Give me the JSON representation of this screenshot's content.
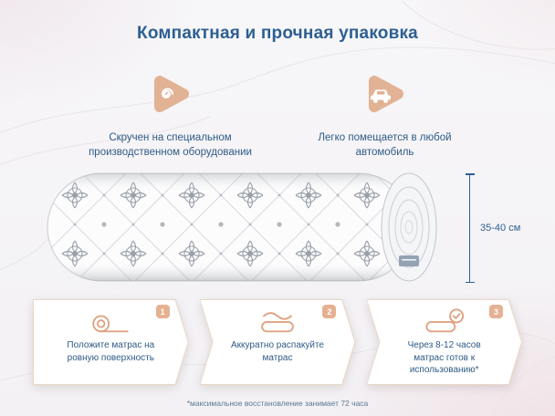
{
  "page": {
    "title": "Компактная и прочная упаковка",
    "footnote": "*максимальное восстановление занимает 72 часа"
  },
  "features": [
    {
      "icon": "spiral-icon",
      "text": "Скручен на специальном производственном оборудовании"
    },
    {
      "icon": "car-icon",
      "text": "Легко помещается в любой автомобиль"
    }
  ],
  "mattress": {
    "size_label": "35-40 см"
  },
  "steps": [
    {
      "number": "1",
      "icon": "rolled-mattress-icon",
      "text": "Положите матрас на ровную поверхность"
    },
    {
      "number": "2",
      "icon": "unpack-mattress-icon",
      "text": "Аккуратно распакуйте матрас"
    },
    {
      "number": "3",
      "icon": "ready-mattress-icon",
      "text": "Через 8-12 часов матрас готов к использованию*"
    }
  ],
  "colors": {
    "title_blue": "#2d5f92",
    "text_blue": "#2e5b85",
    "accent_tan": "#e2b294"
  }
}
